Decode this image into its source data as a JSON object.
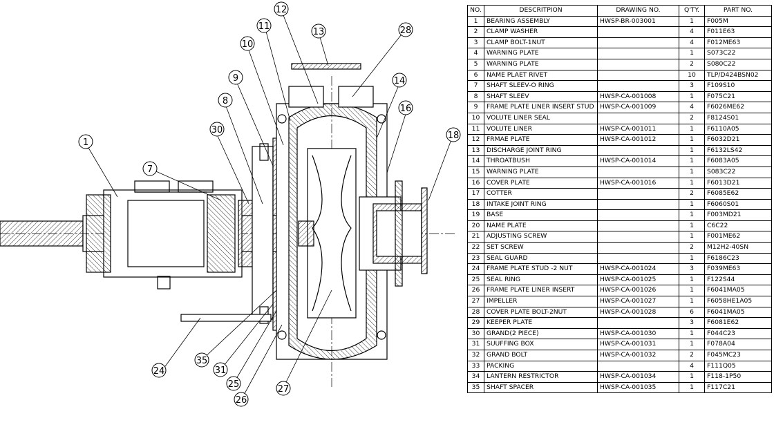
{
  "balloons": [
    "1",
    "7",
    "30",
    "8",
    "9",
    "10",
    "11",
    "12",
    "13",
    "28",
    "14",
    "16",
    "18",
    "24",
    "35",
    "31",
    "25",
    "26",
    "27"
  ],
  "bom": {
    "headers": [
      "NO.",
      "DESCRITPION",
      "DRAWING NO.",
      "Q'TY.",
      "PART NO."
    ],
    "rows": [
      [
        "1",
        "BEARING ASSEMBLY",
        "HWSP-BR-003001",
        "1",
        "F005M"
      ],
      [
        "2",
        "CLAMP WASHER",
        "",
        "4",
        "F011E63"
      ],
      [
        "3",
        "CLAMP BOLT-1NUT",
        "",
        "4",
        "F012ME63"
      ],
      [
        "4",
        "WARNING PLATE",
        "",
        "1",
        "S073C22"
      ],
      [
        "5",
        "WARNING PLATE",
        "",
        "2",
        "S080C22"
      ],
      [
        "6",
        "NAME PLAET RIVET",
        "",
        "10",
        "TLP/D424BSN02"
      ],
      [
        "7",
        "SHAFT SLEEV-O RING",
        "",
        "3",
        "F109S10"
      ],
      [
        "8",
        "SHAFT SLEEV",
        "HWSP-CA-001008",
        "1",
        "F075C21"
      ],
      [
        "9",
        "FRAME PLATE LINER INSERT STUD",
        "HWSP-CA-001009",
        "4",
        "F6026ME62"
      ],
      [
        "10",
        "VOLUTE LINER SEAL",
        "",
        "2",
        "F8124S01"
      ],
      [
        "11",
        "VOLUTE LINER",
        "HWSP-CA-001011",
        "1",
        "F6110A05"
      ],
      [
        "12",
        "FRMAE PLATE",
        "HWSP-CA-001012",
        "1",
        "F6032D21"
      ],
      [
        "13",
        "DISCHARGE JOINT RING",
        "",
        "1",
        "F6132LS42"
      ],
      [
        "14",
        "THROATBUSH",
        "HWSP-CA-001014",
        "1",
        "F6083A05"
      ],
      [
        "15",
        "WARNING PLATE",
        "",
        "1",
        "S083C22"
      ],
      [
        "16",
        "COVER PLATE",
        "HWSP-CA-001016",
        "1",
        "F6013D21"
      ],
      [
        "17",
        "COTTER",
        "",
        "2",
        "F6085E62"
      ],
      [
        "18",
        "INTAKE JOINT RING",
        "",
        "1",
        "F6060S01"
      ],
      [
        "19",
        "BASE",
        "",
        "1",
        "F003MD21"
      ],
      [
        "20",
        "NAME PLATE",
        "",
        "1",
        "C6C22"
      ],
      [
        "21",
        "ADJUSTING SCREW",
        "",
        "1",
        "F001ME62"
      ],
      [
        "22",
        "SET SCREW",
        "",
        "2",
        "M12H2-40SN"
      ],
      [
        "23",
        "SEAL GUARD",
        "",
        "1",
        "F6186C23"
      ],
      [
        "24",
        "FRAME PLATE STUD -2 NUT",
        "HWSP-CA-001024",
        "3",
        "F039ME63"
      ],
      [
        "25",
        "SEAL RING",
        "HWSP-CA-001025",
        "1",
        "F122S44"
      ],
      [
        "26",
        "FRAME PLATE LINER INSERT",
        "HWSP-CA-001026",
        "1",
        "F6041MA05"
      ],
      [
        "27",
        "IMPELLER",
        "HWSP-CA-001027",
        "1",
        "F6058HE1A05"
      ],
      [
        "28",
        "COVER PLATE BOLT-2NUT",
        "HWSP-CA-001028",
        "6",
        "F6041MA05"
      ],
      [
        "29",
        "KEEPER PLATE",
        "",
        "3",
        "F6081E62"
      ],
      [
        "30",
        "GRAND(2 PIECE)",
        "HWSP-CA-001030",
        "1",
        "F044C23"
      ],
      [
        "31",
        "SUUFFING BOX",
        "HWSP-CA-001031",
        "1",
        "F078A04"
      ],
      [
        "32",
        "GRAND BOLT",
        "HWSP-CA-001032",
        "2",
        "F045MC23"
      ],
      [
        "33",
        "PACKING",
        "",
        "4",
        "F111Q05"
      ],
      [
        "34",
        "LANTERN RESTRICTOR",
        "HWSP-CA-001034",
        "1",
        "F118-1P50"
      ],
      [
        "35",
        "SHAFT SPACER",
        "HWSP-CA-001035",
        "1",
        "F117C21"
      ]
    ]
  }
}
